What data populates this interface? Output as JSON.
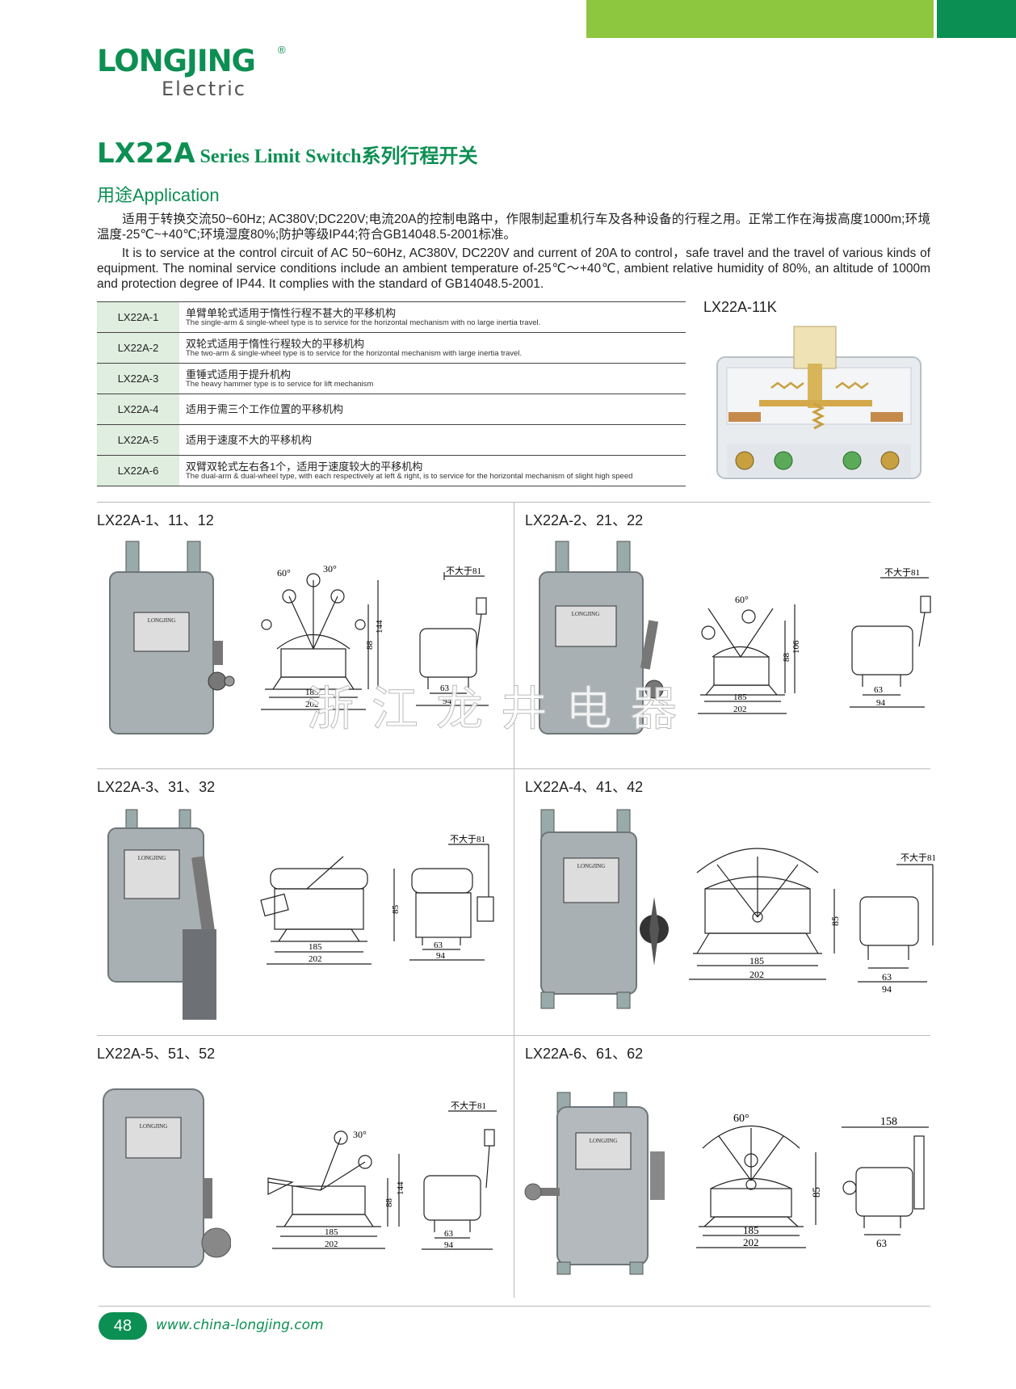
{
  "brand": {
    "name": "LONGJING",
    "reg": "®",
    "sub": "Electric"
  },
  "title": {
    "model": "LX22A",
    "rest": " Series Limit Switch系列行程开关"
  },
  "application": {
    "heading": "用途Application",
    "cn": "适用于转换交流50~60Hz; AC380V;DC220V;电流20A的控制电路中，作限制起重机行车及各种设备的行程之用。正常工作在海拔高度1000m;环境温度-25℃~+40℃;环境湿度80%;防护等级IP44;符合GB14048.5-2001标准。",
    "en": "It is to service at the control circuit of AC 50~60Hz, AC380V, DC220V and current of 20A to control，safe travel and the travel of various kinds of equipment. The nominal service conditions include an ambient temperature of-25℃～+40℃, ambient relative humidity of 80%, an altitude of 1000m and protection degree of IP44. It complies with the standard of GB14048.5-2001."
  },
  "models": [
    {
      "code": "LX22A-1",
      "cn": "单臂单轮式适用于惰性行程不甚大的平移机构",
      "en": "The single-arm & single-wheel type is to service for the horizontal mechanism with no large inertia travel."
    },
    {
      "code": "LX22A-2",
      "cn": "双轮式适用于惰性行程较大的平移机构",
      "en": "The two-arm & single-wheel type is to service for the horizontal mechanism with large  inertia travel."
    },
    {
      "code": "LX22A-3",
      "cn": "重锤式适用于提升机构",
      "en": "The heavy hammer type is to service for lift mechanism"
    },
    {
      "code": "LX22A-4",
      "cn": "适用于需三个工作位置的平移机构",
      "en": ""
    },
    {
      "code": "LX22A-5",
      "cn": "适用于速度不大的平移机构",
      "en": ""
    },
    {
      "code": "LX22A-6",
      "cn": "双臂双轮式左右各1个，适用于速度较大的平移机构",
      "en": "The dual-arm & dual-wheel type, with each respectively at left & right, is to service for the horizontal mechanism of slight high speed"
    }
  ],
  "photo_title": "LX22A-11K",
  "sections": [
    {
      "label": "LX22A-1、11、12",
      "dims": [
        "60°",
        "30°",
        "88",
        "144",
        "185",
        "202",
        "不大于81",
        "63",
        "94"
      ]
    },
    {
      "label": "LX22A-2、21、22",
      "dims": [
        "60°",
        "88",
        "106",
        "185",
        "202",
        "不大于81",
        "63",
        "94"
      ]
    },
    {
      "label": "LX22A-3、31、32",
      "dims": [
        "85",
        "185",
        "202",
        "不大于81",
        "63",
        "94"
      ]
    },
    {
      "label": "LX22A-4、41、42",
      "dims": [
        "85",
        "185",
        "202",
        "不大于81",
        "63",
        "94"
      ]
    },
    {
      "label": "LX22A-5、51、52",
      "dims": [
        "30°",
        "88",
        "144",
        "185",
        "202",
        "不大于81",
        "63",
        "94"
      ]
    },
    {
      "label": "LX22A-6、61、62",
      "dims": [
        "60°",
        "85",
        "185",
        "202",
        "158",
        "63"
      ]
    }
  ],
  "nameplate": "LONGJING",
  "watermark": "浙江龙井电器",
  "footer": {
    "page": "48",
    "url": "www.china-longjing.com"
  },
  "colors": {
    "brand_green": "#0c8f52",
    "light_green": "#8dc63f",
    "table_code_bg": "#dfeede"
  }
}
